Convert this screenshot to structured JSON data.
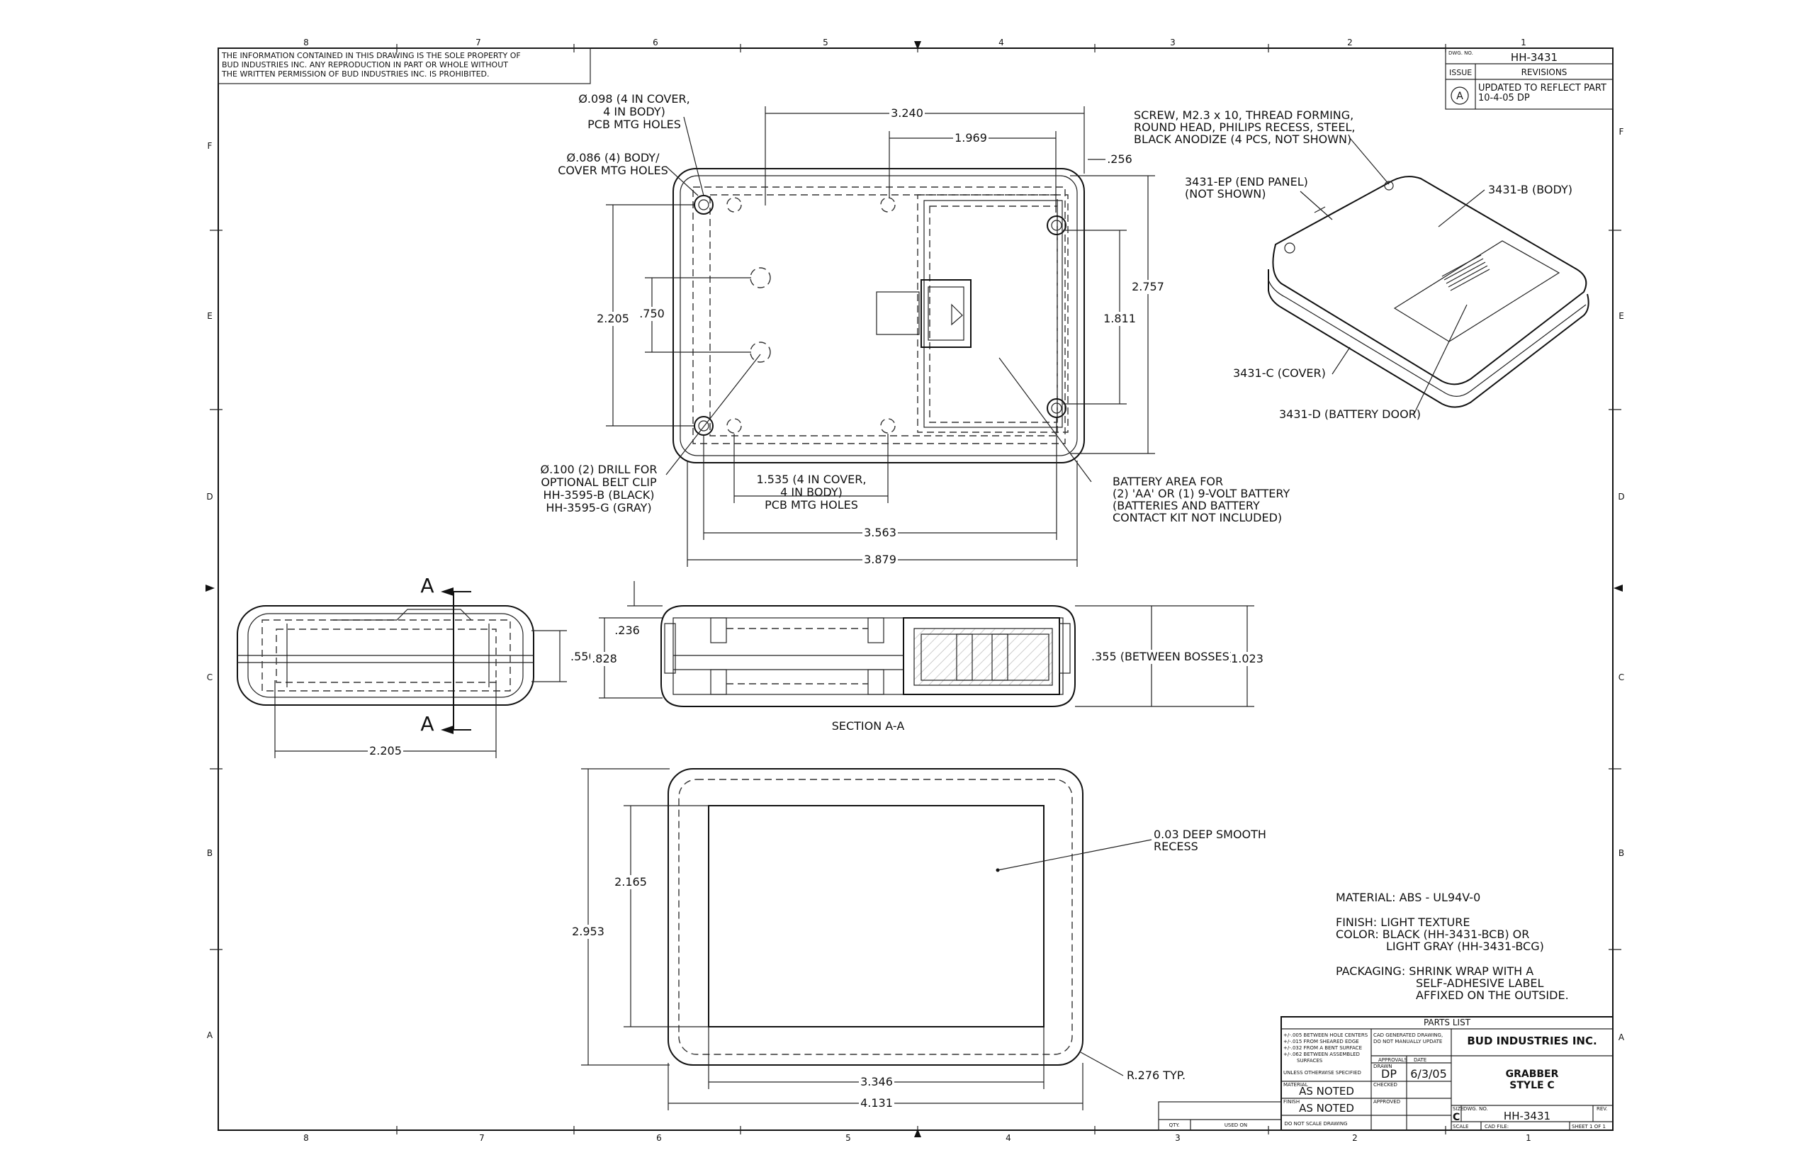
{
  "drawing": {
    "proprietary_notice": [
      "THE INFORMATION CONTAINED IN THIS DRAWING IS THE SOLE PROPERTY OF",
      "BUD INDUSTRIES INC.  ANY REPRODUCTION IN PART OR WHOLE WITHOUT",
      "THE WRITTEN PERMISSION OF BUD INDUSTRIES INC.  IS PROHIBITED."
    ],
    "zones_top": [
      "8",
      "7",
      "6",
      "5",
      "4",
      "3",
      "2",
      "1"
    ],
    "zones_bottom": [
      "8",
      "7",
      "6",
      "5",
      "4",
      "3",
      "2",
      "1"
    ],
    "zones_side": [
      "F",
      "E",
      "D",
      "C",
      "B",
      "A"
    ]
  },
  "revisions": {
    "dwg_no_label": "DWG. NO.",
    "dwg_no": "HH-3431",
    "issue_label": "ISSUE",
    "revisions_label": "REVISIONS",
    "issue": "A",
    "text": [
      "UPDATED TO REFLECT PART",
      "10-4-05  DP"
    ]
  },
  "dimensions": {
    "d3240": "3.240",
    "d1969": "1.969",
    "d0256": ".256",
    "d2757": "2.757",
    "d2205v": "2.205",
    "d0750": ".750",
    "d1811": "1.811",
    "d3563": "3.563",
    "d3879": "3.879",
    "d0550": ".550",
    "d2205h": "2.205",
    "d0236": ".236",
    "d0828": ".828",
    "d0355": ".355 (BETWEEN BOSSES)",
    "d1023": "1.023",
    "d2165": "2.165",
    "d2953": "2.953",
    "d3346": "3.346",
    "d4131": "4.131",
    "r0276": "R.276 TYP."
  },
  "notes": {
    "hole098": [
      "Ø.098 (4 IN COVER,",
      "4 IN BODY)",
      "PCB MTG HOLES"
    ],
    "hole086": [
      "Ø.086 (4) BODY/",
      "COVER MTG HOLES"
    ],
    "hole100": [
      "Ø.100  (2) DRILL FOR",
      "OPTIONAL BELT CLIP",
      "HH-3595-B (BLACK)",
      "HH-3595-G (GRAY)"
    ],
    "pcb1535": [
      "1.535 (4 IN COVER,",
      "4 IN BODY)",
      "PCB MTG HOLES"
    ],
    "battery": [
      "BATTERY AREA FOR",
      "(2) 'AA' OR (1) 9-VOLT BATTERY",
      "(BATTERIES AND BATTERY",
      "CONTACT KIT NOT INCLUDED)"
    ],
    "screw": [
      "SCREW, M2.3 x 10, THREAD FORMING,",
      "ROUND HEAD, PHILIPS RECESS, STEEL,",
      "BLACK ANODIZE (4 PCS, NOT SHOWN)"
    ],
    "endpanel": [
      "3431-EP (END PANEL)",
      "(NOT SHOWN)"
    ],
    "body": "3431-B (BODY)",
    "cover": "3431-C (COVER)",
    "batterydoor": "3431-D (BATTERY DOOR)",
    "recess": [
      "0.03 DEEP SMOOTH",
      "RECESS"
    ],
    "section_label": "SECTION A-A",
    "section_letter": "A",
    "material": "MATERIAL: ABS - UL94V-0",
    "finish": [
      "FINISH: LIGHT TEXTURE",
      "COLOR: BLACK (HH-3431-BCB) OR",
      "LIGHT GRAY (HH-3431-BCG)"
    ],
    "packaging": [
      "PACKAGING: SHRINK WRAP WITH A",
      "SELF-ADHESIVE LABEL",
      "AFFIXED ON THE OUTSIDE."
    ]
  },
  "title_block": {
    "parts_list": "PARTS  LIST",
    "company": "BUD INDUSTRIES INC.",
    "title": [
      "GRABBER",
      "STYLE C"
    ],
    "tolerances": [
      "+/-.005 BETWEEN HOLE CENTERS",
      "+/-.015 FROM SHEARED EDGE",
      "+/-.032 FROM A BENT SURFACE",
      "+/-.062 BETWEEN ASSEMBLED",
      "SURFACES"
    ],
    "unless": "UNLESS OTHERWISE SPECIFIED",
    "cad_note": [
      "CAD GENERATED DRAWING,",
      "DO NOT MANUALLY UPDATE"
    ],
    "approvals": "APPROVALS",
    "date_label": "DATE",
    "drawn_label": "DRAWN",
    "drawn_by": "DP",
    "drawn_date": "6/3/05",
    "checked_label": "CHECKED",
    "approved_label": "APPROVED",
    "material_label": "MATERIAL",
    "material_value": "AS NOTED",
    "finish_label": "FINISH",
    "finish_value": "AS NOTED",
    "qty_label": "QTY.",
    "used_on_label": "USED ON",
    "do_not_scale": "DO NOT SCALE DRAWING",
    "size_label": "SIZE",
    "size": "C",
    "dwg_no_label": "DWG. NO.",
    "dwg_no": "HH-3431",
    "rev_label": "REV.",
    "scale_label": "SCALE",
    "cad_file_label": "CAD FILE:",
    "sheet": "SHEET   1 OF 1"
  }
}
